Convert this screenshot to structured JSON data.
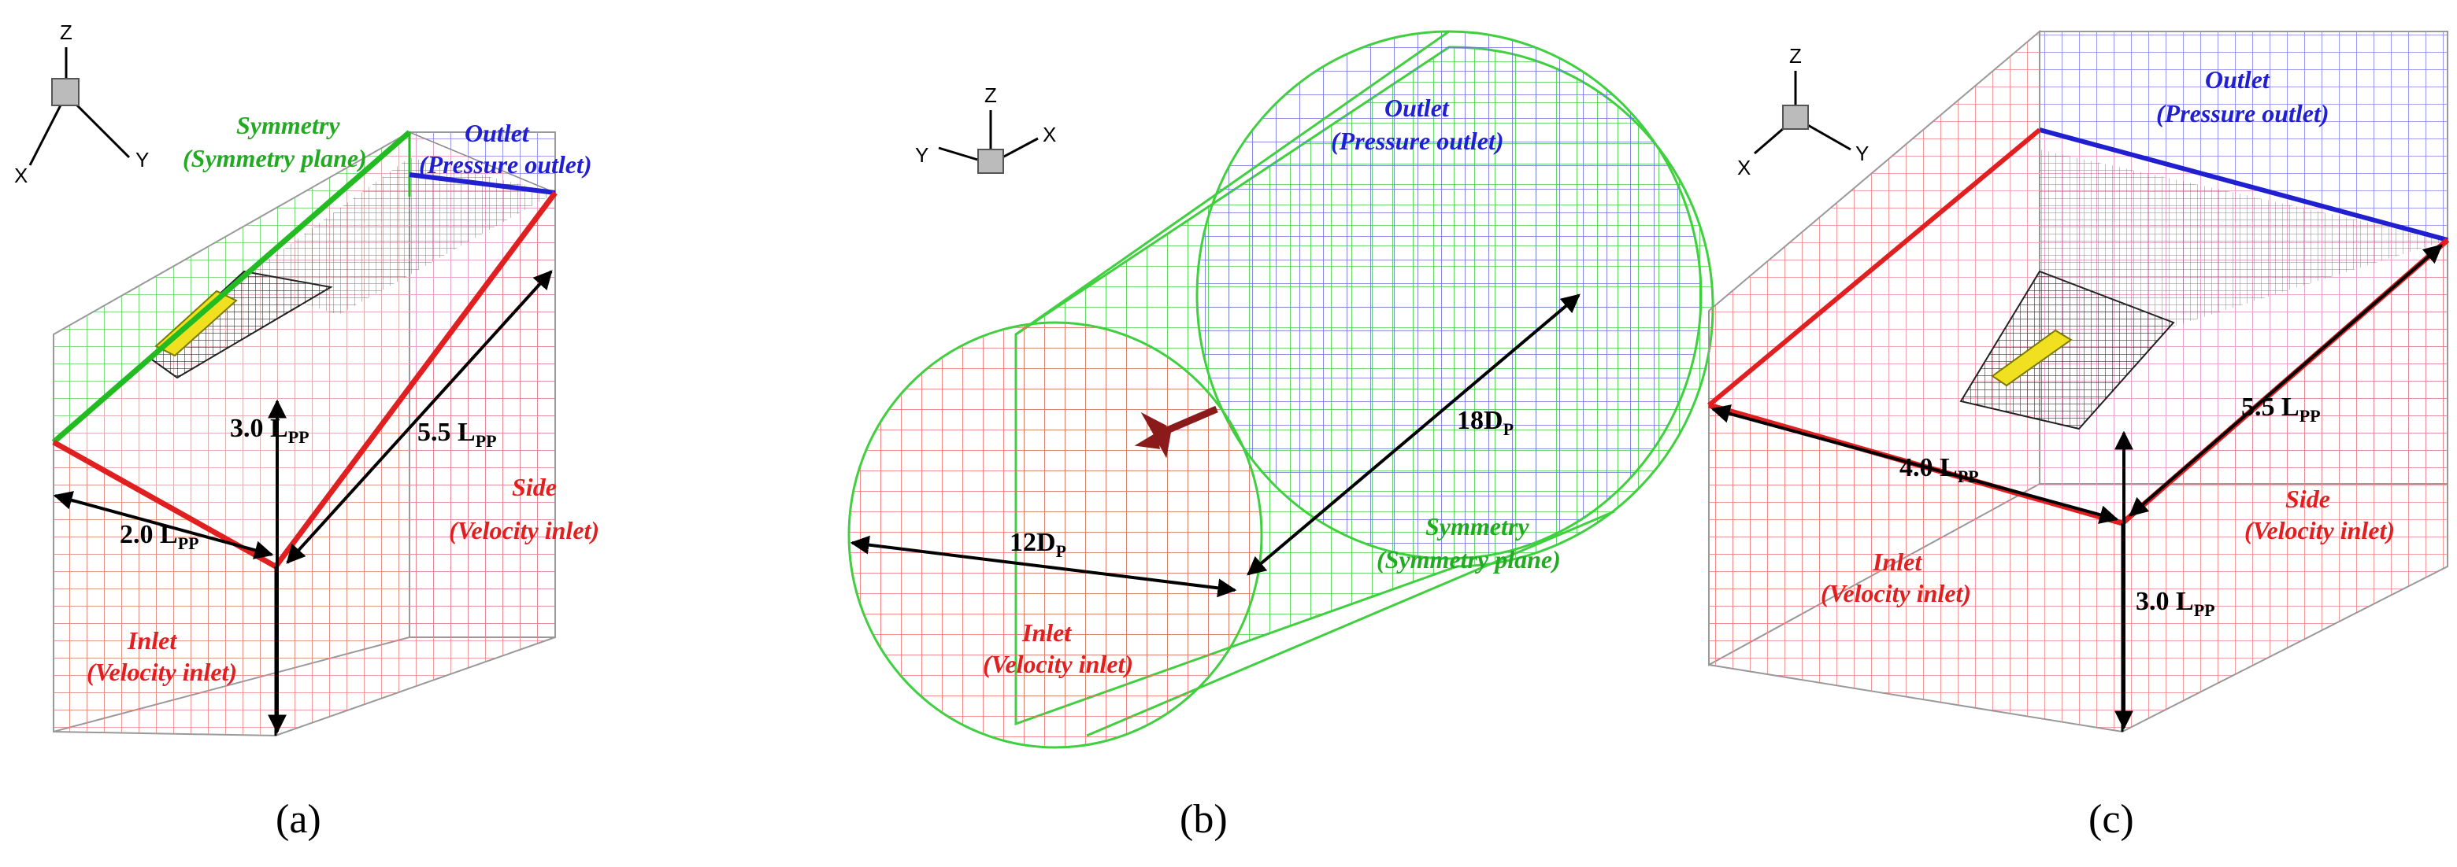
{
  "colors": {
    "symmetry": "#22bb22",
    "outlet": "#2020d0",
    "inlet": "#e02020",
    "ship": "#f0e020",
    "propeller": "#8b1a1a"
  },
  "panel_a": {
    "caption": "(a)",
    "axes": {
      "z": "Z",
      "x": "X",
      "y": "Y"
    },
    "symmetry_title": "Symmetry",
    "symmetry_sub": "(Symmetry plane)",
    "outlet_title": "Outlet",
    "outlet_sub": "(Pressure outlet)",
    "side_title": "Side",
    "side_sub": "(Velocity inlet)",
    "inlet_title": "Inlet",
    "inlet_sub": "(Velocity inlet)",
    "dim_height": {
      "value": "3.0 L",
      "sub": "PP"
    },
    "dim_width": {
      "value": "2.0 L",
      "sub": "PP"
    },
    "dim_length": {
      "value": "5.5 L",
      "sub": "PP"
    }
  },
  "panel_b": {
    "caption": "(b)",
    "axes": {
      "z": "Z",
      "x": "X",
      "y": "Y"
    },
    "outlet_title": "Outlet",
    "outlet_sub": "(Pressure outlet)",
    "symmetry_title": "Symmetry",
    "symmetry_sub": "(Symmetry plane)",
    "inlet_title": "Inlet",
    "inlet_sub": "(Velocity inlet)",
    "dim_diameter": {
      "value": "12D",
      "sub": "P"
    },
    "dim_length": {
      "value": "18D",
      "sub": "P"
    }
  },
  "panel_c": {
    "caption": "(c)",
    "axes": {
      "z": "Z",
      "x": "X",
      "y": "Y"
    },
    "outlet_title": "Outlet",
    "outlet_sub": "(Pressure outlet)",
    "side_title": "Side",
    "side_sub": "(Velocity inlet)",
    "inlet_title": "Inlet",
    "inlet_sub": "(Velocity inlet)",
    "dim_width": {
      "value": "4.0 L",
      "sub": "PP"
    },
    "dim_length": {
      "value": "5.5 L",
      "sub": "PP"
    },
    "dim_height": {
      "value": "3.0 L",
      "sub": "PP"
    }
  }
}
